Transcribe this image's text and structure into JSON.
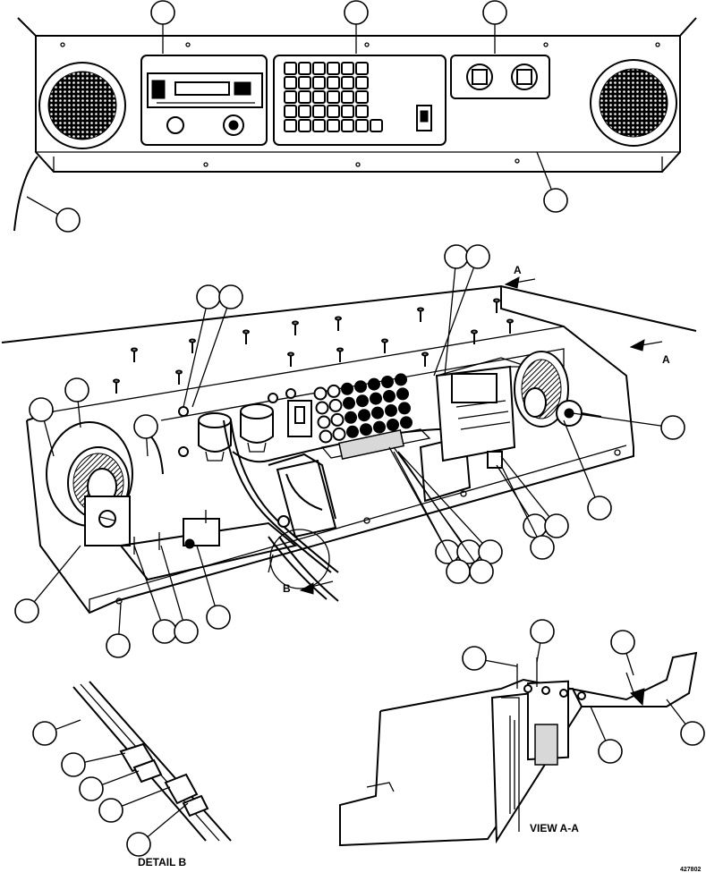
{
  "figure_id": "427802",
  "labels": {
    "view_a_arrow_top": "A",
    "view_a_arrow_right": "A",
    "detail_b_arrow": "B",
    "detail_b_caption": "DETAIL B",
    "view_aa_caption": "VIEW A-A"
  }
}
